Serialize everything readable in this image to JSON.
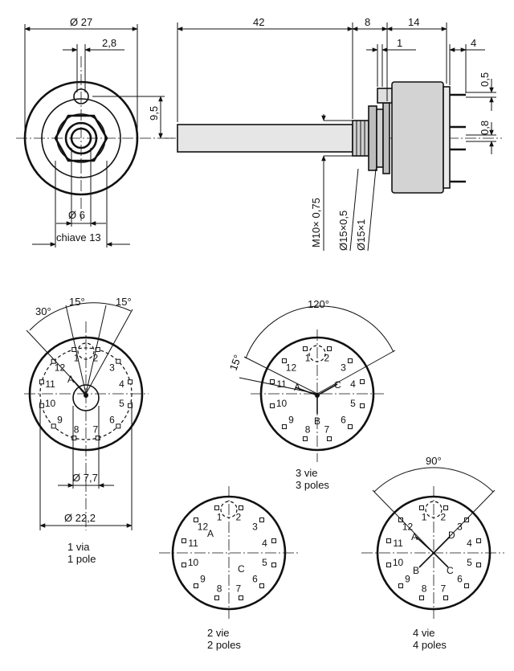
{
  "top": {
    "dia_27": "Ø 27",
    "dim_2_8": "2,8",
    "dim_9_5": "9,5",
    "dia_6": "Ø 6",
    "chiave": "chiave 13",
    "len_42": "42",
    "len_8": "8",
    "len_14": "14",
    "len_1": "1",
    "len_4": "4",
    "dim_0_5": "0,5",
    "dim_0_8": "0,8",
    "thread_m10": "M10× 0,75",
    "thread_15_05": "Ø15×0,5",
    "thread_15_1": "Ø15×1"
  },
  "views": {
    "v1": {
      "ang_30": "30°",
      "ang_15a": "15°",
      "ang_15b": "15°",
      "dia_7_7": "Ø 7,7",
      "dia_22_2": "Ø 22,2",
      "caption_it": "1  via",
      "caption_en": "1  pole",
      "wiper_a": "A"
    },
    "v3": {
      "ang_120": "120°",
      "ang_15": "15°",
      "caption_it": "3 vie",
      "caption_en": "3 poles",
      "wiper_a": "A",
      "wiper_b": "B",
      "wiper_c": "C"
    },
    "v2": {
      "caption_it": "2 vie",
      "caption_en": "2 poles",
      "wiper_a": "A",
      "wiper_c": "C"
    },
    "v4": {
      "ang_90": "90°",
      "caption_it": "4 vie",
      "caption_en": "4 poles",
      "wiper_a": "A",
      "wiper_b": "B",
      "wiper_c": "C",
      "wiper_d": "D"
    }
  },
  "terminals": [
    "1",
    "2",
    "3",
    "4",
    "5",
    "6",
    "7",
    "8",
    "9",
    "10",
    "11",
    "12"
  ]
}
